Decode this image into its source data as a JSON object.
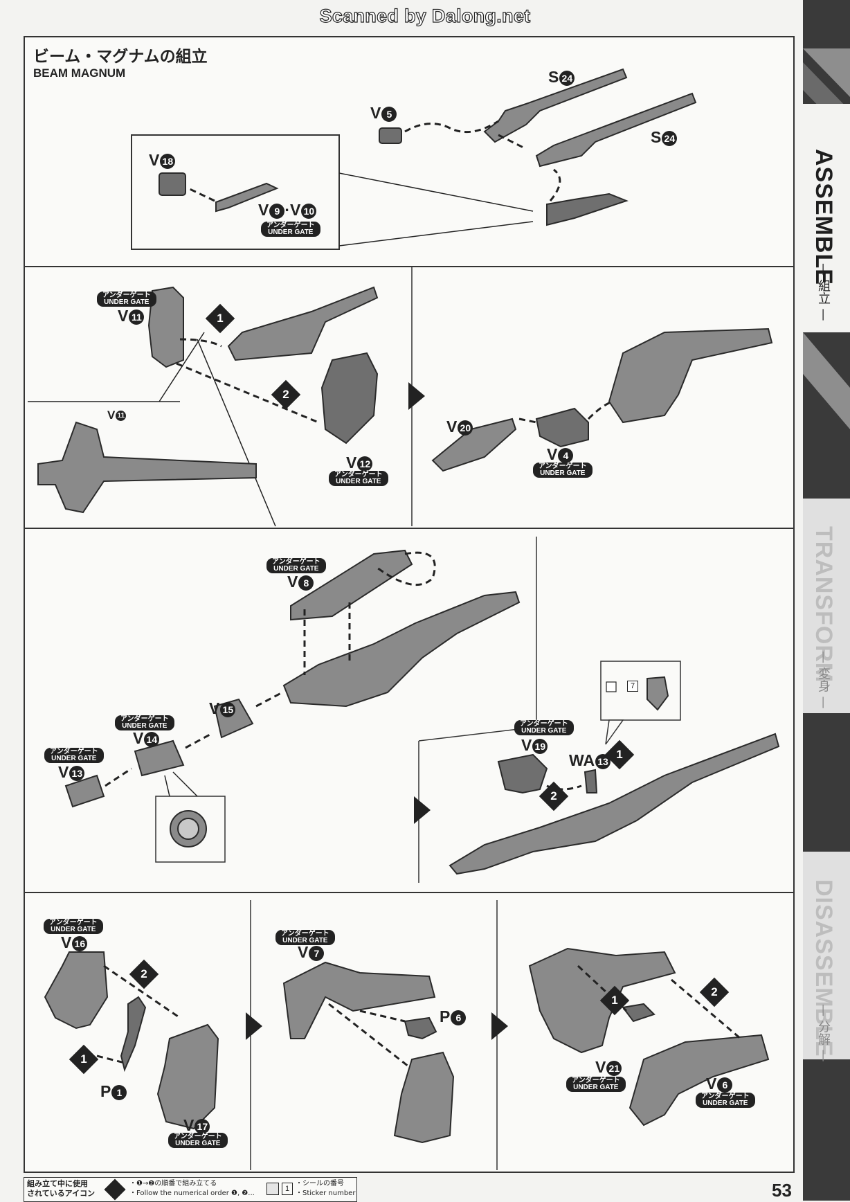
{
  "watermark": "Scanned by Dalong.net",
  "section": {
    "title_ja": "ビーム・マグナムの組立",
    "title_en": "BEAM MAGNUM"
  },
  "gate": {
    "ja": "アンダーゲート",
    "en": "UNDER GATE"
  },
  "labels": {
    "S24a": "S",
    "S24a_n": "24",
    "S24b": "S",
    "S24b_n": "24",
    "V5": "V",
    "V5_n": "5",
    "V18": "V",
    "V18_n": "18",
    "V9V10": "V",
    "V9_n": "9",
    "dot": "·",
    "V10_n": "10",
    "V11": "V",
    "V11_n": "11",
    "V11s": "V",
    "V11s_n": "11",
    "V12": "V",
    "V12_n": "12",
    "V20": "V",
    "V20_n": "20",
    "V4": "V",
    "V4_n": "4",
    "V8": "V",
    "V8_n": "8",
    "V15": "V",
    "V15_n": "15",
    "V14": "V",
    "V14_n": "14",
    "V13": "V",
    "V13_n": "13",
    "V19": "V",
    "V19_n": "19",
    "WA13": "WA",
    "WA13_n": "13",
    "sticker": "7",
    "V16": "V",
    "V16_n": "16",
    "P1": "P",
    "P1_n": "1",
    "V17": "V",
    "V17_n": "17",
    "V7": "V",
    "V7_n": "7",
    "P6": "P",
    "P6_n": "6",
    "V21": "V",
    "V21_n": "21",
    "V6": "V",
    "V6_n": "6"
  },
  "steps": {
    "one": "1",
    "two": "2"
  },
  "side_tabs": {
    "assemble": "ASSEMBLE",
    "assemble_ja": "— 組立 —",
    "transform": "TRANSFORM",
    "transform_ja": "— 変身 —",
    "disassemble": "DISASSEMBLE",
    "disassemble_ja": "— 分解 —"
  },
  "footer": {
    "icons_ja_1": "組み立て中に使用",
    "icons_ja_2": "されているアイコン",
    "order_ja": "・❶→❷の順番で組み立てる",
    "order_en": "・Follow the numerical order ❶, ❷...",
    "sticker_ja": "・シールの番号",
    "sticker_en": "・Sticker number",
    "sticker_box": "1"
  },
  "page_number": "53"
}
